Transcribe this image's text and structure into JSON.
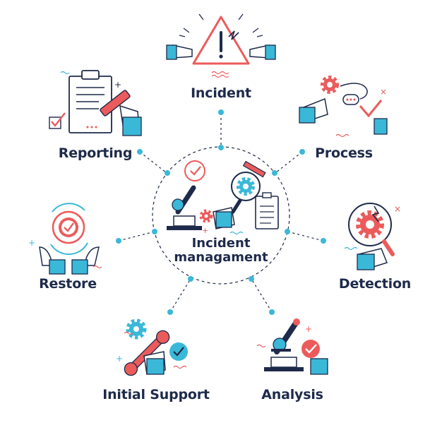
{
  "center": {
    "line1": "Incident",
    "line2": "managament"
  },
  "nodes": {
    "incident": "Incident",
    "reporting": "Reporting",
    "process": "Process",
    "restore": "Restore",
    "detection": "Detection",
    "initial_support": "Initial Support",
    "analysis": "Analysis"
  },
  "colors": {
    "navy": "#1e2a4a",
    "red": "#ec5b5b",
    "cyan": "#3ab8d8",
    "background": "#ffffff"
  }
}
